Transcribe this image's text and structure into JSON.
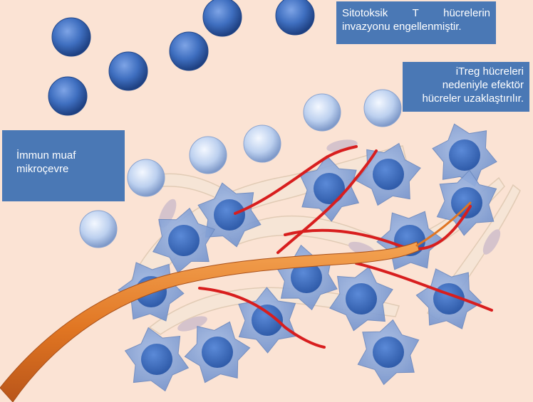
{
  "labels": {
    "cytotoxic": [
      "Sitotoksik",
      "T",
      "hücrelerin",
      "invazyonu engellenmiştir."
    ],
    "itreg": [
      "iTreg hücreleri",
      "nedeniyle efektör",
      "hücreler uzaklaştırılır."
    ],
    "immune": [
      "İmmun muaf",
      "mikroçevre"
    ]
  },
  "colors": {
    "background": "#fbe3d4",
    "box": "#4a78b5",
    "box_text": "#ffffff",
    "dark_blue_cell": "#3f6fc0",
    "light_blue_cell": "#b9cdee",
    "treg_cell": "#7f9fd6",
    "fibroblast": "#efe2cf",
    "nerve": "#e27a26",
    "vessel": "#d81e1e"
  },
  "icons": [
    "cytotoxic-t-cell-icon",
    "itreg-cell-icon",
    "tumor-treg-cell-icon",
    "fibroblast-icon",
    "nerve-fiber-icon",
    "blood-vessel-icon"
  ]
}
